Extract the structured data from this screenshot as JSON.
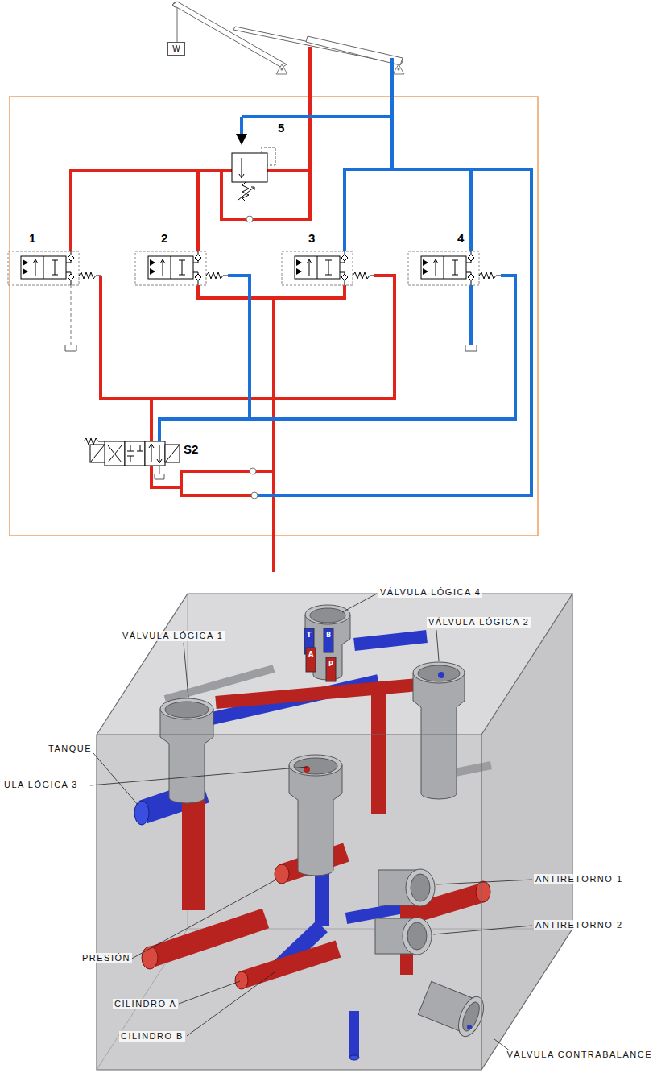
{
  "diagram": {
    "nodes": [
      {
        "text": [
          "W"
        ]
      }
    ],
    "labels": [
      "5",
      "1",
      "2",
      "3",
      "4",
      "S2",
      "VÁLVULA LÓGICA 4",
      "VÁLVULA LÓGICA 1",
      "VÁLVULA LÓGICA 2",
      "TANQUE",
      "ULA LÓGICA 3",
      "ANTIRETORNO 1",
      "ANTIRETORNO 2",
      "PRESIÓN",
      "CILINDRO A",
      "CILINDRO B",
      "VÁLVULA CONTRABALANCE",
      "T",
      "B",
      "A",
      "P"
    ]
  }
}
